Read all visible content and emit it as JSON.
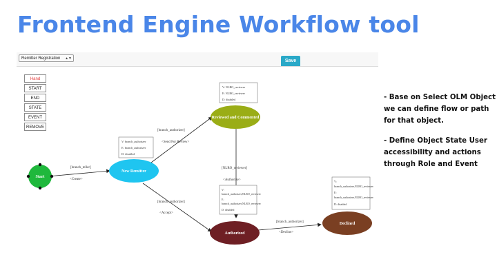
{
  "title": "Frontend Engine Workflow tool",
  "selector": {
    "value": "Remitter Registration"
  },
  "save_label": "Save",
  "tools": [
    "Hand",
    "START",
    "END",
    "STATE",
    "EVENT",
    "REMOVE"
  ],
  "active_tool": "Hand",
  "states": [
    {
      "id": "start",
      "label": "Start",
      "color": "#1fb83c"
    },
    {
      "id": "new",
      "label": "New Remitter",
      "color": "#1fc5f0"
    },
    {
      "id": "reviewed",
      "label": "Reviewed and Commented",
      "color": "#9aad16"
    },
    {
      "id": "authorized",
      "label": "Authorized",
      "color": "#6e1f24"
    },
    {
      "id": "declined",
      "label": "Declined",
      "color": "#7a3f22"
    }
  ],
  "info_boxes": [
    [
      "V: branch_authorizer",
      "E: branch_authorizer",
      "D: disabled"
    ],
    [
      "V: NLRO_reviewer",
      "E: NLRO_reviewer",
      "D: disabled"
    ],
    [
      "V:",
      "branch_authorizer,NLRO_reviewer",
      "E:",
      "branch_authorizer,NLRO_reviewer",
      "D: disabled"
    ],
    [
      "V:",
      "branch_authorizer,NLRO_reviewer",
      "E:",
      "branch_authorizer,NLRO_reviewer",
      "D: disabled"
    ]
  ],
  "transitions": [
    {
      "role": "[branch_teller]",
      "event": "<Create>"
    },
    {
      "role": "[branch_authorizer]",
      "event": "<Send For Review>"
    },
    {
      "role": "[NLRO_reviewer]",
      "event": "<Authorize>"
    },
    {
      "role": "[branch_authorizer]",
      "event": "<Accept>"
    },
    {
      "role": "[branch_authorizer]",
      "event": "<Decline>"
    }
  ],
  "bullets": [
    "- Base on Select OLM Object we can define flow or path for that object.",
    "- Define Object State User accessibility and actions through Role and Event"
  ]
}
